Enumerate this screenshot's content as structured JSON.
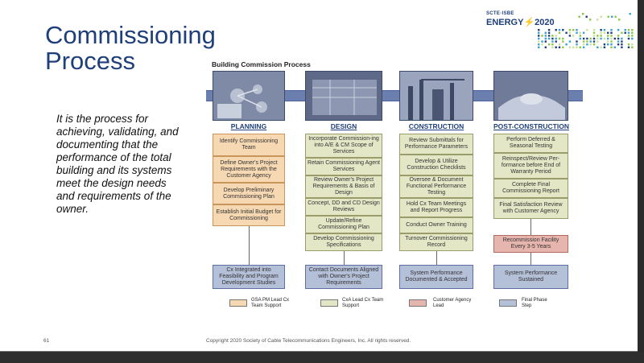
{
  "slide": {
    "title_line1": "Commissioning",
    "title_line2": "Process",
    "body": "It is the process for achieving, validating, and documenting that the performance of the total building and its systems meet the design needs and requirements of the owner.",
    "page_number": "61",
    "copyright": "Copyright 2020 Society of Cable Telecommunications Engineers, Inc. All rights reserved."
  },
  "logo": {
    "top": "SCTE·ISBE",
    "main": "ENERGY",
    "year": "2020"
  },
  "diagram": {
    "title": "Building Commission Process",
    "phases": [
      "PLANNING",
      "DESIGN",
      "CONSTRUCTION",
      "POST-CONSTRUCTION"
    ],
    "planning": [
      "Identify Commissioning Team",
      "Define Owner's Project Requirements with the Customer Agency",
      "Develop Preliminary Commissioning Plan",
      "Establish Initial Budget for Commissioning"
    ],
    "planning_final": "Cx Integrated into Feasibility and Program Development Studies",
    "design": [
      "Incorporate Commission-ing into A/E & CM Scope of Services",
      "Retain Commissioning Agent Services",
      "Review Owner's Project Requirements & Basis of Design",
      "Concept, DD and CD Design Reviews",
      "Update/Refine Commissioning Plan",
      "Develop Commissioning Specifications"
    ],
    "design_final": "Contact Documents Aligned with Owner's Project Requirements",
    "construction": [
      "Review Submittals for Performance Parameters",
      "Develop & Utilize Construction Checklists",
      "Oversee & Document Functional Performance Testing",
      "Hold Cx Team Meetings and Report Progress",
      "Conduct Owner Training",
      "Turnover Commissioning Record"
    ],
    "construction_final": "System Performance Documented & Accepted",
    "post": [
      "Perform Deferred & Seasonal Testing",
      "Reinspect/Review Per-formance before End of Warranty Period",
      "Complete Final Commissioning Report",
      "Final Satisfaction Review with Customer Agency"
    ],
    "post_red": "Recommission Facility Every 3-5 Years",
    "post_final": "System Performance Sustained",
    "legend": [
      {
        "label": "GSA PM Lead Cx Team Support",
        "color": "#f6d8b2"
      },
      {
        "label": "CxA Lead Cx Team Support",
        "color": "#e4e7c6"
      },
      {
        "label": "Customer Agency Lead",
        "color": "#e6b5ad"
      },
      {
        "label": "Final Phase Step",
        "color": "#b4bfd8"
      }
    ]
  }
}
